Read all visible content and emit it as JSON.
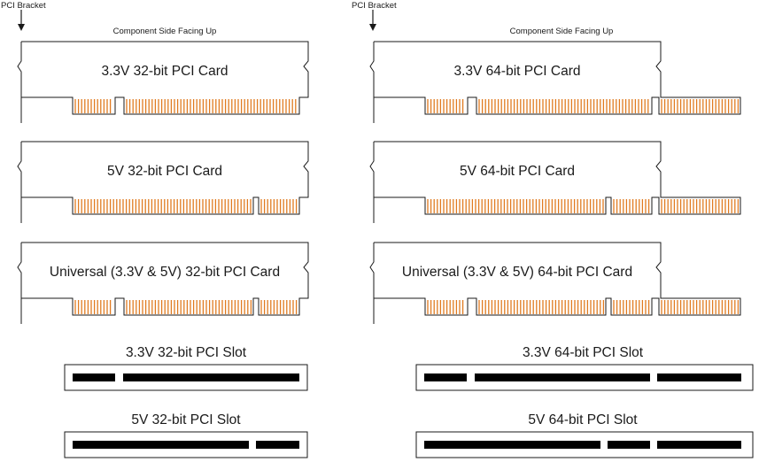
{
  "labels": {
    "bracket_left": "PCI Bracket",
    "bracket_right": "PCI Bracket",
    "side_left": "Component Side Facing Up",
    "side_right": "Component Side Facing Up"
  },
  "cards": [
    {
      "key": "card-33v-32bit",
      "label": "3.3V 32-bit PCI Card",
      "voltage": "3.3V",
      "width": "32-bit"
    },
    {
      "key": "card-33v-64bit",
      "label": "3.3V 64-bit PCI Card",
      "voltage": "3.3V",
      "width": "64-bit"
    },
    {
      "key": "card-5v-32bit",
      "label": "5V 32-bit PCI Card",
      "voltage": "5V",
      "width": "32-bit"
    },
    {
      "key": "card-5v-64bit",
      "label": "5V 64-bit PCI Card",
      "voltage": "5V",
      "width": "64-bit"
    },
    {
      "key": "card-universal-32bit",
      "label": "Universal (3.3V & 5V) 32-bit PCI Card",
      "voltage": "Universal",
      "width": "32-bit"
    },
    {
      "key": "card-universal-64bit",
      "label": "Universal (3.3V & 5V) 64-bit PCI Card",
      "voltage": "Universal",
      "width": "64-bit"
    }
  ],
  "slots": [
    {
      "key": "slot-33v-32bit",
      "label": "3.3V 32-bit PCI Slot",
      "voltage": "3.3V",
      "width": "32-bit"
    },
    {
      "key": "slot-33v-64bit",
      "label": "3.3V 64-bit PCI Slot",
      "voltage": "3.3V",
      "width": "64-bit"
    },
    {
      "key": "slot-5v-32bit",
      "label": "5V 32-bit PCI Slot",
      "voltage": "5V",
      "width": "32-bit"
    },
    {
      "key": "slot-5v-64bit",
      "label": "5V 64-bit PCI Slot",
      "voltage": "5V",
      "width": "64-bit"
    }
  ],
  "colors": {
    "outline": "#1a1a1a",
    "contact": "#e07b20",
    "slot_bar": "#000000",
    "background": "#ffffff"
  }
}
